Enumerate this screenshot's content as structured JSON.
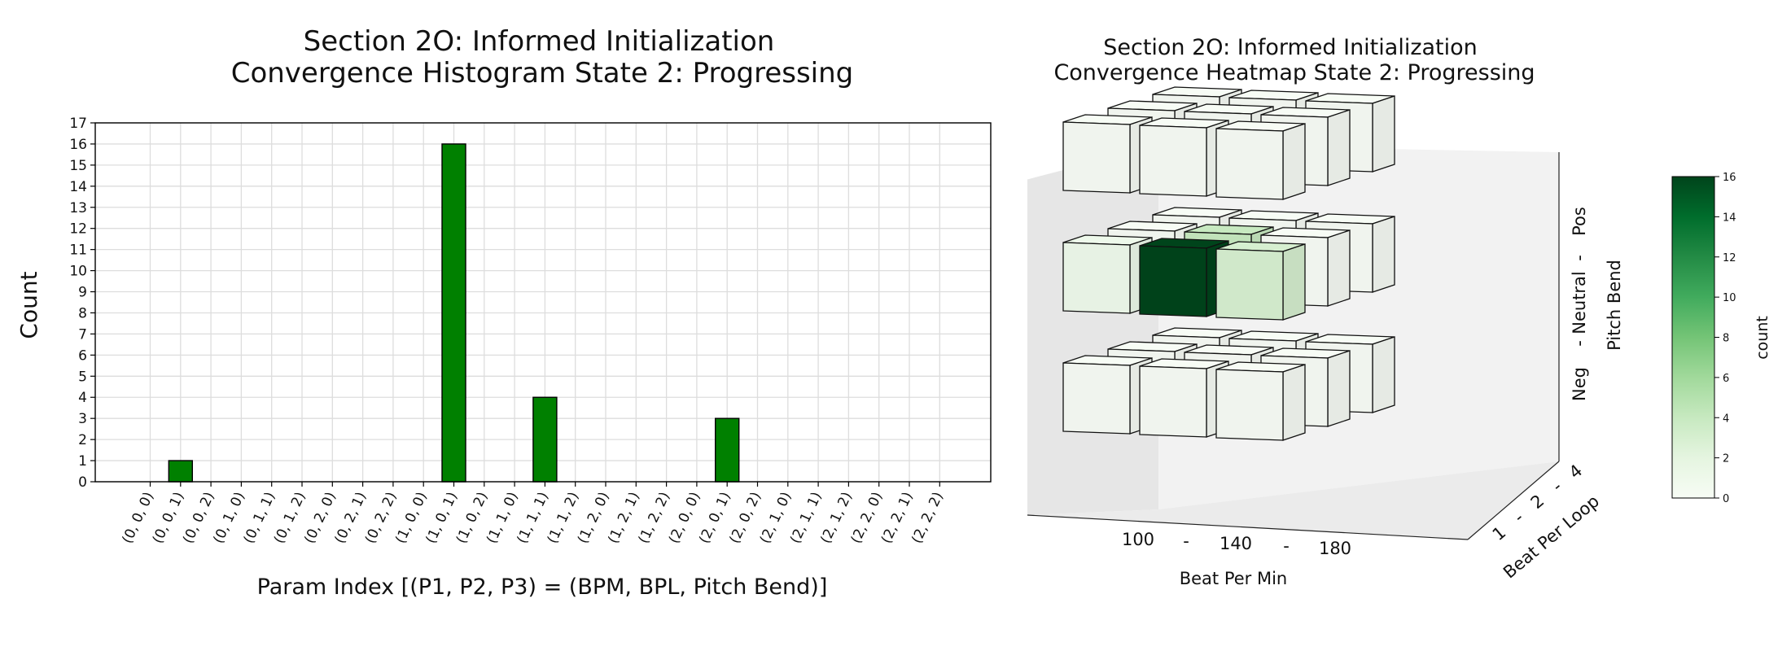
{
  "chart_data": [
    {
      "type": "bar",
      "title": "Section 2O: Informed Initialization\nConvergence Histogram State 2: Progressing",
      "title_lines": [
        "Section 2O: Informed Initialization",
        "Convergence Histogram State 2: Progressing"
      ],
      "xlabel": "Param Index [(P1, P2, P3) = (BPM, BPL, Pitch Bend)]",
      "ylabel": "Count",
      "categories": [
        "(0, 0, 0)",
        "(0, 0, 1)",
        "(0, 0, 2)",
        "(0, 1, 0)",
        "(0, 1, 1)",
        "(0, 1, 2)",
        "(0, 2, 0)",
        "(0, 2, 1)",
        "(0, 2, 2)",
        "(1, 0, 0)",
        "(1, 0, 1)",
        "(1, 0, 2)",
        "(1, 1, 0)",
        "(1, 1, 1)",
        "(1, 1, 2)",
        "(1, 2, 0)",
        "(1, 2, 1)",
        "(1, 2, 2)",
        "(2, 0, 0)",
        "(2, 0, 1)",
        "(2, 0, 2)",
        "(2, 1, 0)",
        "(2, 1, 1)",
        "(2, 1, 2)",
        "(2, 2, 0)",
        "(2, 2, 1)",
        "(2, 2, 2)"
      ],
      "values": [
        0,
        1,
        0,
        0,
        0,
        0,
        0,
        0,
        0,
        0,
        16,
        0,
        0,
        4,
        0,
        0,
        0,
        0,
        0,
        3,
        0,
        0,
        0,
        0,
        0,
        0,
        0
      ],
      "ylim": [
        0,
        17
      ],
      "yticks": [
        0,
        1,
        2,
        3,
        4,
        5,
        6,
        7,
        8,
        9,
        10,
        11,
        12,
        13,
        14,
        15,
        16,
        17
      ],
      "grid": true,
      "bar_color": "#008000"
    },
    {
      "type": "heatmap",
      "title_lines": [
        "Section 2O: Informed Initialization",
        "Convergence Heatmap State 2: Progressing"
      ],
      "xlabel": "Beat Per Min",
      "ylabel": "Beat Per Loop",
      "zlabel": "Pitch Bend",
      "x_ticks": [
        "100",
        "-",
        "140",
        "-",
        "180"
      ],
      "y_ticks": [
        "1",
        "-",
        "2",
        "-",
        "4"
      ],
      "z_ticks": [
        "Neg",
        "-",
        "Neutral",
        "-",
        "Pos"
      ],
      "colorbar_label": "count",
      "colorbar_ticks": [
        0,
        2,
        4,
        6,
        8,
        10,
        12,
        14,
        16
      ],
      "vmin": 0,
      "vmax": 16,
      "cmap": [
        "#f7fcf5",
        "#e5f5e0",
        "#c7e9c0",
        "#a1d99b",
        "#74c476",
        "#41ab5d",
        "#238b45",
        "#006d2c",
        "#00441b"
      ],
      "cells": [
        {
          "p1": 0,
          "p2": 0,
          "p3": 0,
          "count": 0
        },
        {
          "p1": 0,
          "p2": 0,
          "p3": 1,
          "count": 1
        },
        {
          "p1": 0,
          "p2": 0,
          "p3": 2,
          "count": 0
        },
        {
          "p1": 0,
          "p2": 1,
          "p3": 0,
          "count": 0
        },
        {
          "p1": 0,
          "p2": 1,
          "p3": 1,
          "count": 0
        },
        {
          "p1": 0,
          "p2": 1,
          "p3": 2,
          "count": 0
        },
        {
          "p1": 0,
          "p2": 2,
          "p3": 0,
          "count": 0
        },
        {
          "p1": 0,
          "p2": 2,
          "p3": 1,
          "count": 0
        },
        {
          "p1": 0,
          "p2": 2,
          "p3": 2,
          "count": 0
        },
        {
          "p1": 1,
          "p2": 0,
          "p3": 0,
          "count": 0
        },
        {
          "p1": 1,
          "p2": 0,
          "p3": 1,
          "count": 16
        },
        {
          "p1": 1,
          "p2": 0,
          "p3": 2,
          "count": 0
        },
        {
          "p1": 1,
          "p2": 1,
          "p3": 0,
          "count": 0
        },
        {
          "p1": 1,
          "p2": 1,
          "p3": 1,
          "count": 4
        },
        {
          "p1": 1,
          "p2": 1,
          "p3": 2,
          "count": 0
        },
        {
          "p1": 1,
          "p2": 2,
          "p3": 0,
          "count": 0
        },
        {
          "p1": 1,
          "p2": 2,
          "p3": 1,
          "count": 0
        },
        {
          "p1": 1,
          "p2": 2,
          "p3": 2,
          "count": 0
        },
        {
          "p1": 2,
          "p2": 0,
          "p3": 0,
          "count": 0
        },
        {
          "p1": 2,
          "p2": 0,
          "p3": 1,
          "count": 3
        },
        {
          "p1": 2,
          "p2": 0,
          "p3": 2,
          "count": 0
        },
        {
          "p1": 2,
          "p2": 1,
          "p3": 0,
          "count": 0
        },
        {
          "p1": 2,
          "p2": 1,
          "p3": 1,
          "count": 0
        },
        {
          "p1": 2,
          "p2": 1,
          "p3": 2,
          "count": 0
        },
        {
          "p1": 2,
          "p2": 2,
          "p3": 0,
          "count": 0
        },
        {
          "p1": 2,
          "p2": 2,
          "p3": 1,
          "count": 0
        },
        {
          "p1": 2,
          "p2": 2,
          "p3": 2,
          "count": 0
        }
      ]
    }
  ]
}
